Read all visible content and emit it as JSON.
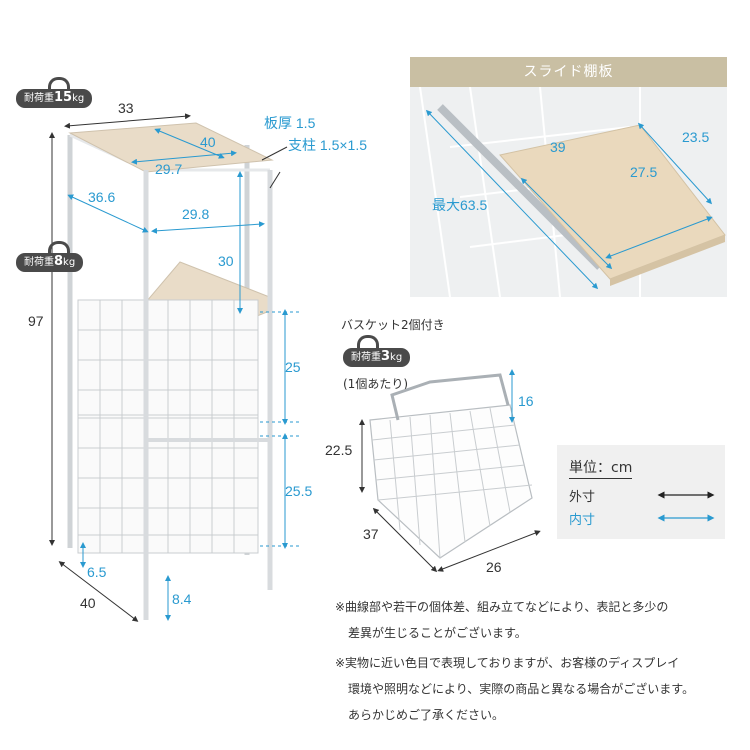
{
  "badges": {
    "top_label": "耐荷重",
    "top_value": "15",
    "mid_label": "耐荷重",
    "mid_value": "8",
    "basket_label": "耐荷重",
    "basket_value": "3",
    "unit": "kg"
  },
  "dimensions": {
    "top_width": "33",
    "top_depth_inner": "40",
    "top_width_inner": "29.7",
    "board_thickness": "板厚 1.5",
    "post_size": "支柱 1.5×1.5",
    "depth": "36.6",
    "inner_width_mid": "29.8",
    "shelf_gap": "30",
    "height_total": "97",
    "basket_gap_upper": "25",
    "basket_gap_lower": "25.5",
    "bottom_clearance": "6.5",
    "base_depth": "40",
    "foot_height": "8.4"
  },
  "slide_shelf": {
    "title": "スライド棚板",
    "width_outer": "23.5",
    "depth_inner": "39",
    "width_inner": "27.5",
    "max_length": "最大63.5"
  },
  "basket": {
    "caption": "バスケット2個付き",
    "per_unit": "(1個あたり)",
    "handle_height": "16",
    "height": "22.5",
    "depth": "37",
    "width": "26"
  },
  "legend": {
    "unit_label": "単位：cm",
    "outer_label": "外寸",
    "inner_label": "内寸",
    "outer_color": "#222222",
    "inner_color": "#2a9ad0"
  },
  "notes": {
    "note1_line1": "※曲線部や若干の個体差、組み立てなどにより、表記と多少の",
    "note1_line2": "差異が生じることがございます。",
    "note2_line1": "※実物に近い色目で表現しておりますが、お客様のディスプレイ",
    "note2_line2": "環境や照明などにより、実際の商品と異なる場合がございます。",
    "note2_line3": "あらかじめご了承ください。"
  }
}
